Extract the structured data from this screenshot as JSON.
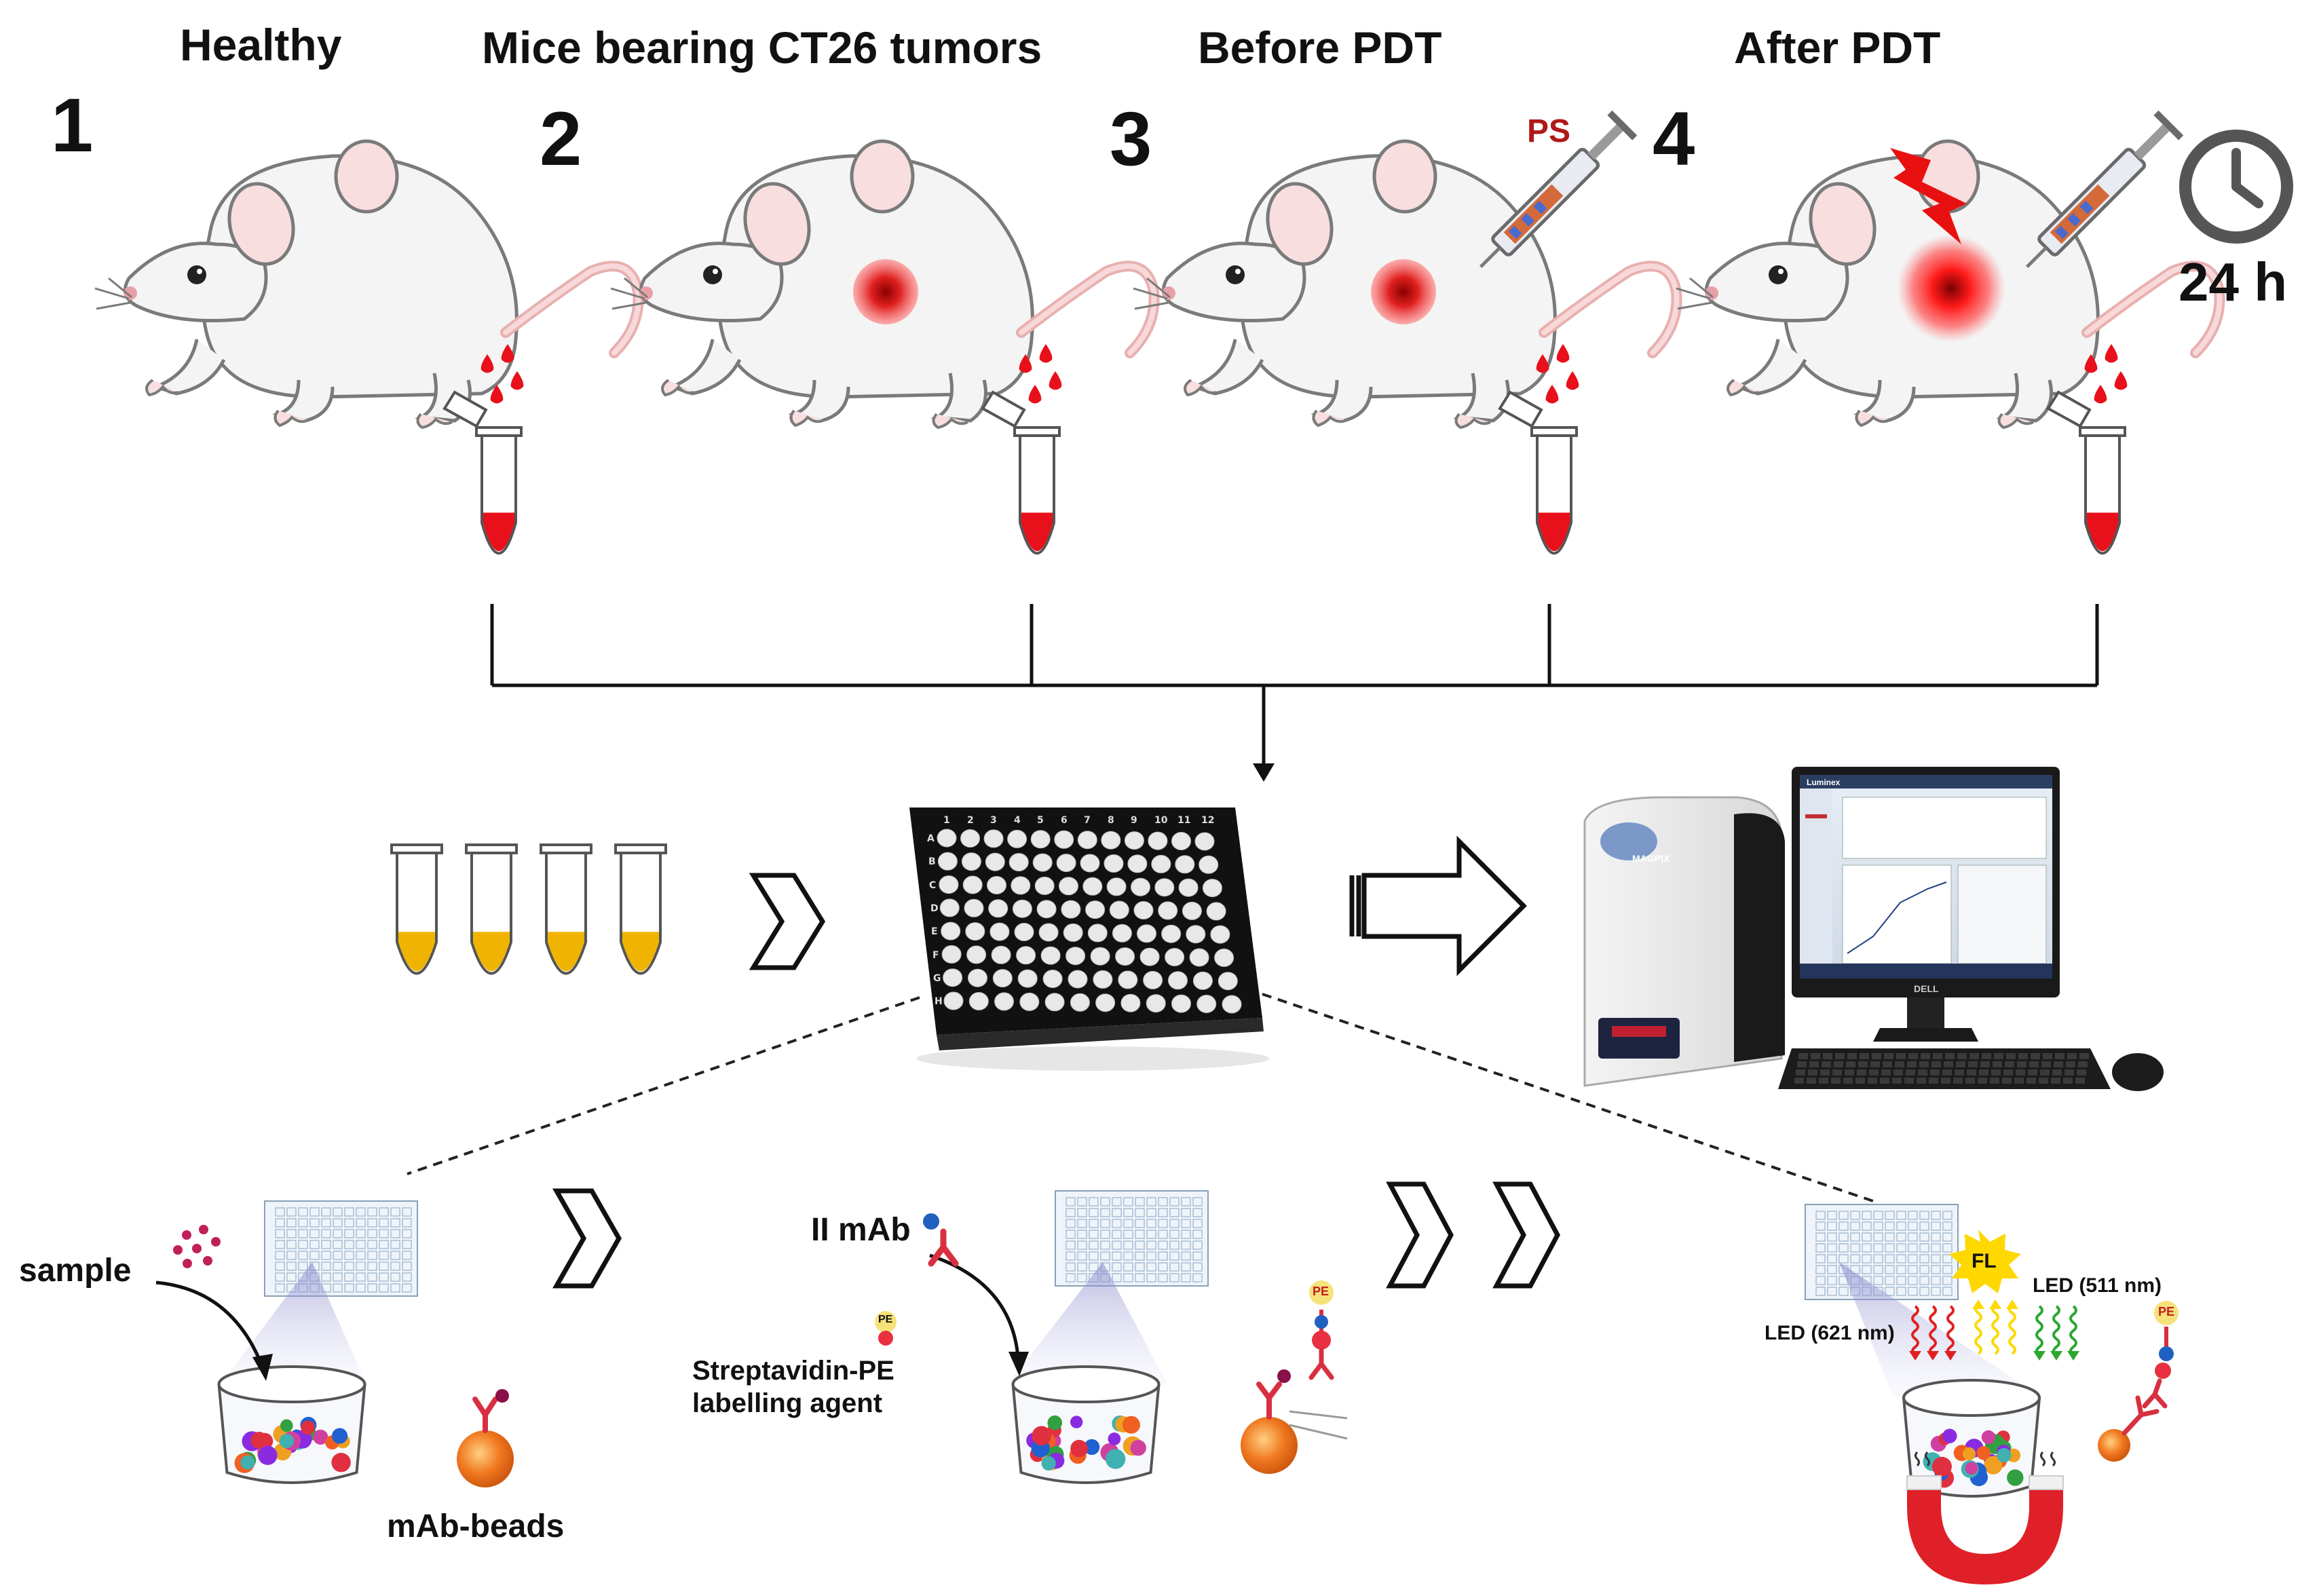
{
  "panels": [
    {
      "number": "1",
      "title": "Healthy"
    },
    {
      "number": "2",
      "title": "Mice bearing CT26 tumors"
    },
    {
      "number": "3",
      "title": "Before PDT"
    },
    {
      "number": "4",
      "title": "After PDT"
    }
  ],
  "syringe_label": "PS",
  "timer_label": "24 h",
  "assay_labels": {
    "sample": "sample",
    "mab_beads": "mAb-beads",
    "second_mab": "II mAb",
    "streptavidin_line1": "Streptavidin-PE",
    "streptavidin_line2": "labelling agent",
    "pe": "PE",
    "fl": "FL",
    "led_red": "LED (621 nm)",
    "led_green": "LED (511 nm)"
  },
  "plate_rows": [
    "A",
    "B",
    "C",
    "D",
    "E",
    "F",
    "G",
    "H"
  ],
  "plate_cols": [
    "1",
    "2",
    "3",
    "4",
    "5",
    "6",
    "7",
    "8",
    "9",
    "10",
    "11",
    "12"
  ],
  "instrument_brand": "MAGPIX",
  "monitor_brand": "DELL",
  "software_title": "Luminex",
  "colors": {
    "blood": "#e8101a",
    "serum": "#f0b400",
    "tumor": "#e02020",
    "lightning": "#e81010",
    "plate": "#111111",
    "bead": "#f07820",
    "magnet": "#e02028",
    "led_red": "#e02020",
    "led_green": "#2aa830",
    "fl_star": "#ffd800"
  },
  "icons": [
    "mouse-icon",
    "syringe-icon",
    "clock-icon",
    "lightning-icon",
    "tube-icon",
    "well-plate-icon",
    "chevron-icon",
    "arrow-icon",
    "analyzer-icon",
    "computer-icon",
    "beaker-icon",
    "antibody-icon",
    "bead-icon",
    "magnet-icon"
  ]
}
